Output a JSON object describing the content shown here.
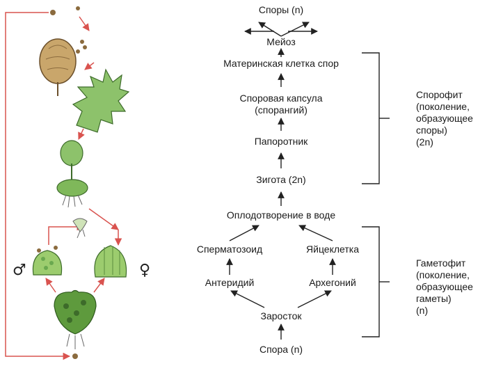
{
  "flow": {
    "spores": "Споры (n)",
    "meiosis": "Мейоз",
    "mother_cell": "Материнская клетка спор",
    "capsule_line1": "Споровая капсула",
    "capsule_line2": "(спорангий)",
    "fern": "Папоротник",
    "zygote": "Зигота (2n)",
    "fertilization": "Оплодотворение в воде",
    "sperm": "Сперматозоид",
    "egg": "Яйцеклетка",
    "antheridium": "Антеридий",
    "archegonium": "Архегоний",
    "prothallus": "Заросток",
    "spore": "Спора (n)"
  },
  "sporophyte_label": "Спорофит\n(поколение,\nобразующее\nспоры)\n(2n)",
  "gametophyte_label": "Гаметофит\n(поколение,\nобразующее\nгаметы)\n(n)",
  "male_symbol": "♂",
  "female_symbol": "♀",
  "colors": {
    "cycle_arrow": "#d9534f",
    "flow_arrow": "#222222",
    "plant_green": "#6aa84f",
    "plant_dark": "#3d6b2a",
    "spore_brown": "#8b6b3e"
  }
}
